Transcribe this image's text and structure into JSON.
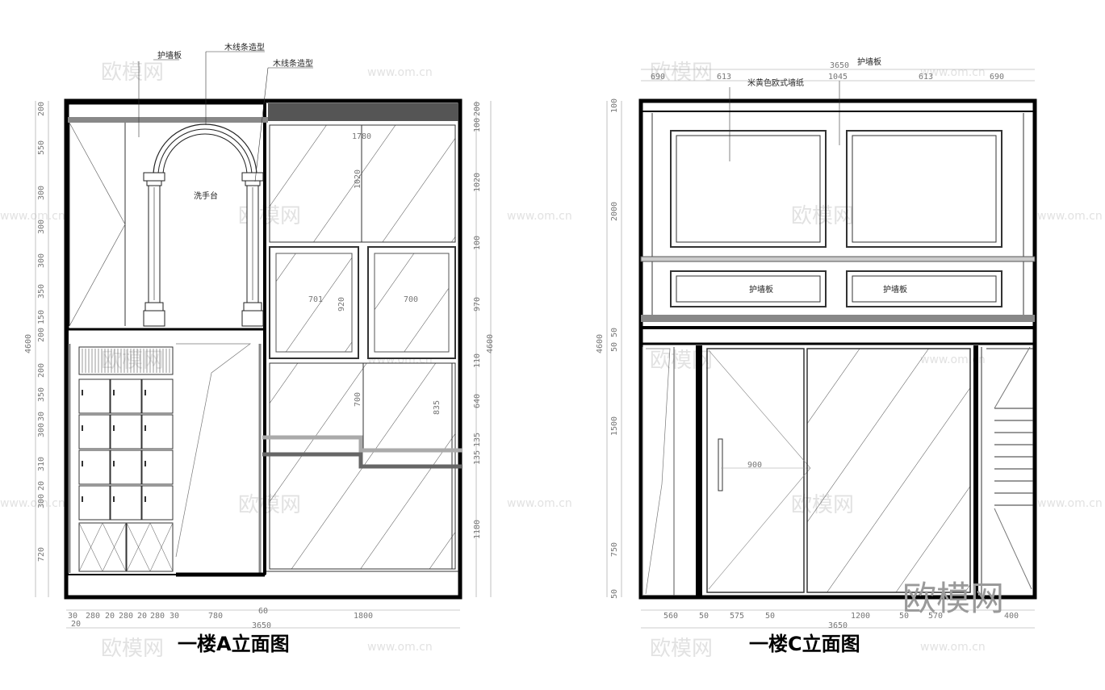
{
  "titles": {
    "elevation_a": "一楼A立面图",
    "elevation_c": "一楼C立面图"
  },
  "watermark": {
    "brand": "欧模网",
    "site": "www.om.cn",
    "corner": "欧模网"
  },
  "elevation_a": {
    "labels": {
      "wall_panel": "护墙板",
      "wood_line_1": "木线条造型",
      "wood_line_2": "木线条造型",
      "wash_basin": "洗手台"
    },
    "dims_left": [
      "200",
      "550",
      "300",
      "300",
      "300",
      "350",
      "150",
      "200",
      "200",
      "350",
      "30",
      "300",
      "310",
      "20",
      "300",
      "720"
    ],
    "dim_total_left": "4600",
    "dims_right": [
      "200",
      "100",
      "1020",
      "100",
      "970",
      "110",
      "640",
      "135",
      "135",
      "1180"
    ],
    "dim_total_right": "4600",
    "dims_inner": [
      "1780",
      "1020",
      "701",
      "920",
      "700",
      "700",
      "835"
    ],
    "dims_bottom": [
      "30",
      "280",
      "20",
      "280",
      "20",
      "280",
      "30",
      "780",
      "60",
      "1800"
    ],
    "dim_bottom_small": "20",
    "dim_total_bottom": "3650"
  },
  "elevation_c": {
    "labels": {
      "wall_panel_top": "护墙板",
      "wallpaper": "米黄色欧式墙纸",
      "panel_1": "护墙板",
      "panel_2": "护墙板"
    },
    "dims_top": [
      "690",
      "613",
      "1045",
      "613",
      "690"
    ],
    "dim_total_top": "3650",
    "dims_left": [
      "100",
      "2000",
      "50",
      "50",
      "1500",
      "750",
      "50"
    ],
    "dim_total_left": "4600",
    "dims_inner": [
      "900"
    ],
    "dims_bottom": [
      "560",
      "50",
      "575",
      "50",
      "1200",
      "50",
      "570",
      "400"
    ],
    "dim_total_bottom": "3650"
  }
}
